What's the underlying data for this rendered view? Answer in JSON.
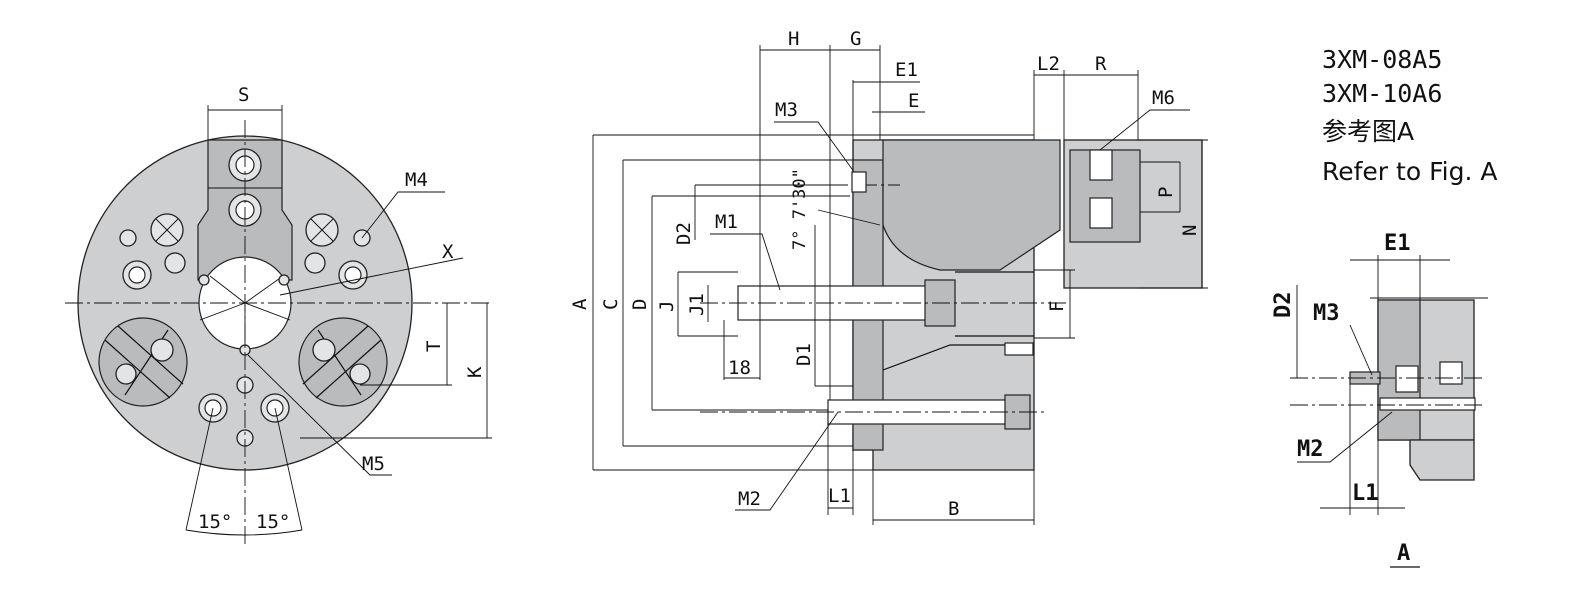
{
  "front_view": {
    "labels": {
      "S": "S",
      "M4": "M4",
      "X": "X",
      "T": "T",
      "K": "K",
      "M5": "M5",
      "angle_left": "15°",
      "angle_right": "15°"
    }
  },
  "side_view": {
    "labels": {
      "H": "H",
      "G": "G",
      "E1": "E1",
      "E": "E",
      "M3": "M3",
      "angle": "7° 7'30\"",
      "D2": "D2",
      "M1": "M1",
      "A": "A",
      "C": "C",
      "D": "D",
      "J": "J",
      "J1": "J1",
      "dim_18": "18",
      "D1": "D1",
      "L2": "L2",
      "R": "R",
      "M6": "M6",
      "P": "P",
      "N": "N",
      "F": "F",
      "M2": "M2",
      "L1": "L1",
      "B": "B"
    }
  },
  "detail_view": {
    "labels": {
      "E1": "E1",
      "D2": "D2",
      "M3": "M3",
      "M2": "M2",
      "L1": "L1",
      "A": "A"
    }
  },
  "models": {
    "line1": "3XM-08A5",
    "line2": "3XM-10A6",
    "line3": "参考图A",
    "line4": "Refer to Fig. A"
  }
}
